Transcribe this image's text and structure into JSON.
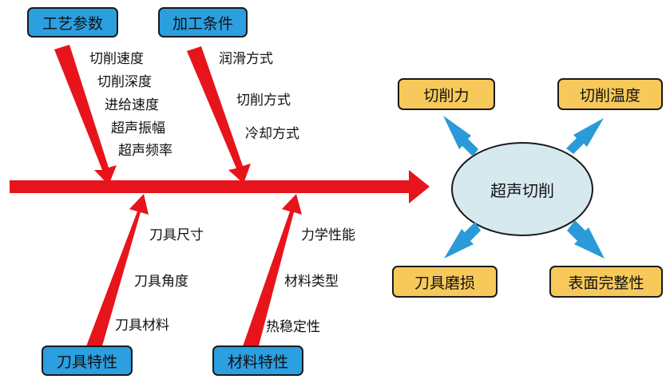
{
  "categories": {
    "process_params": "工艺参数",
    "machining_conditions": "加工条件",
    "tool_properties": "刀具特性",
    "material_properties": "材料特性"
  },
  "process_params_items": [
    "切削速度",
    "切削深度",
    "进给速度",
    "超声振幅",
    "超声频率"
  ],
  "machining_conditions_items": [
    "润滑方式",
    "切削方式",
    "冷却方式"
  ],
  "tool_properties_items": [
    "刀具尺寸",
    "刀具角度",
    "刀具材料"
  ],
  "material_properties_items": [
    "力学性能",
    "材料类型",
    "热稳定性"
  ],
  "center": "超声切削",
  "outcomes": {
    "cutting_force": "切削力",
    "cutting_temperature": "切削温度",
    "tool_wear": "刀具磨损",
    "surface_integrity": "表面完整性"
  },
  "colors": {
    "spine_red": "#e8141b",
    "category_blue": "#2b9fe0",
    "outcome_gold": "#f7c95a",
    "ellipse_fill": "#d6e9ef",
    "outcome_arrow_blue": "#2a9ad8"
  }
}
